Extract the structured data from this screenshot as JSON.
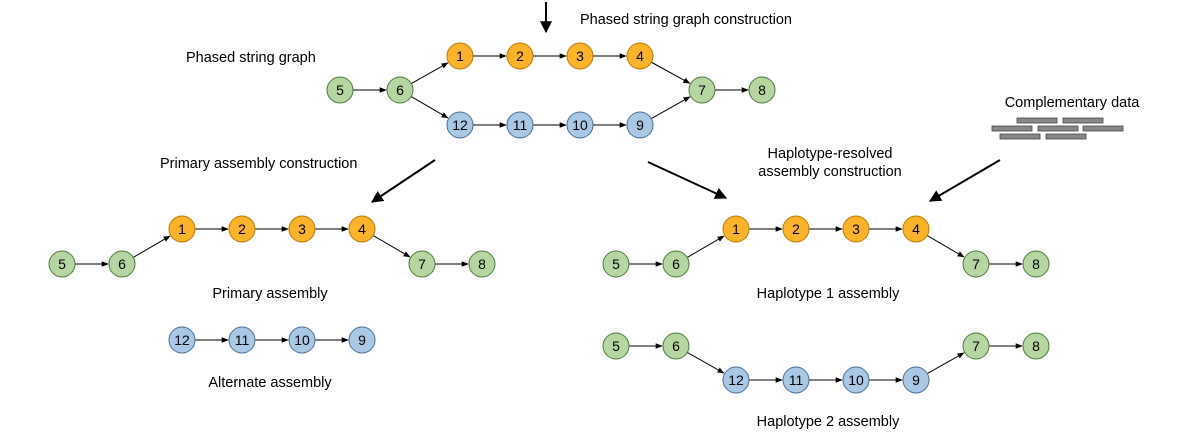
{
  "colors": {
    "green": "#b5d6a0",
    "green_stroke": "#4d7a3c",
    "orange": "#fbb32b",
    "orange_stroke": "#b97a00",
    "blue": "#a9c8e6",
    "blue_stroke": "#4a6f93",
    "data_bar": "#888888"
  },
  "labels": {
    "phased_construction": "Phased string graph construction",
    "phased_graph": "Phased string graph",
    "primary_construction": "Primary assembly construction",
    "hap_construction_line1": "Haplotype-resolved",
    "hap_construction_line2": "assembly construction",
    "complementary": "Complementary data",
    "primary_assembly": "Primary assembly",
    "alternate_assembly": "Alternate assembly",
    "hap1_assembly": "Haplotype 1 assembly",
    "hap2_assembly": "Haplotype 2 assembly"
  },
  "graphs": {
    "phased": {
      "nodes": [
        {
          "id": "5",
          "color": "green"
        },
        {
          "id": "6",
          "color": "green"
        },
        {
          "id": "1",
          "color": "orange"
        },
        {
          "id": "2",
          "color": "orange"
        },
        {
          "id": "3",
          "color": "orange"
        },
        {
          "id": "4",
          "color": "orange"
        },
        {
          "id": "7",
          "color": "green"
        },
        {
          "id": "8",
          "color": "green"
        },
        {
          "id": "12",
          "color": "blue"
        },
        {
          "id": "11",
          "color": "blue"
        },
        {
          "id": "10",
          "color": "blue"
        },
        {
          "id": "9",
          "color": "blue"
        }
      ]
    },
    "primary": {
      "nodes": [
        {
          "id": "5",
          "color": "green"
        },
        {
          "id": "6",
          "color": "green"
        },
        {
          "id": "1",
          "color": "orange"
        },
        {
          "id": "2",
          "color": "orange"
        },
        {
          "id": "3",
          "color": "orange"
        },
        {
          "id": "4",
          "color": "orange"
        },
        {
          "id": "7",
          "color": "green"
        },
        {
          "id": "8",
          "color": "green"
        }
      ]
    },
    "alternate": {
      "nodes": [
        {
          "id": "12",
          "color": "blue"
        },
        {
          "id": "11",
          "color": "blue"
        },
        {
          "id": "10",
          "color": "blue"
        },
        {
          "id": "9",
          "color": "blue"
        }
      ]
    },
    "hap1": {
      "nodes": [
        {
          "id": "5",
          "color": "green"
        },
        {
          "id": "6",
          "color": "green"
        },
        {
          "id": "1",
          "color": "orange"
        },
        {
          "id": "2",
          "color": "orange"
        },
        {
          "id": "3",
          "color": "orange"
        },
        {
          "id": "4",
          "color": "orange"
        },
        {
          "id": "7",
          "color": "green"
        },
        {
          "id": "8",
          "color": "green"
        }
      ]
    },
    "hap2": {
      "nodes": [
        {
          "id": "5",
          "color": "green"
        },
        {
          "id": "6",
          "color": "green"
        },
        {
          "id": "12",
          "color": "blue"
        },
        {
          "id": "11",
          "color": "blue"
        },
        {
          "id": "10",
          "color": "blue"
        },
        {
          "id": "9",
          "color": "blue"
        },
        {
          "id": "7",
          "color": "green"
        },
        {
          "id": "8",
          "color": "green"
        }
      ]
    }
  }
}
